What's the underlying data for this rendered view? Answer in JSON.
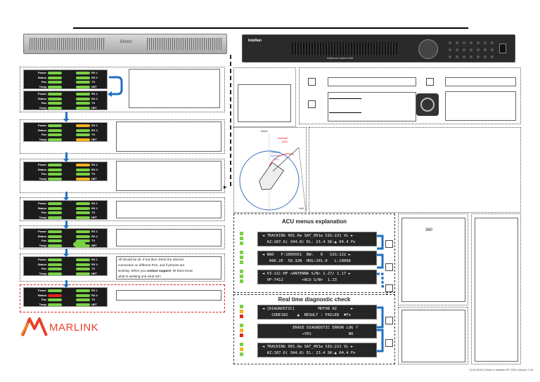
{
  "modem_panel": {
    "leds": {
      "left": [
        "Power",
        "Status",
        "Fan",
        "Temp"
      ],
      "right": [
        "RX 1",
        "RX 2",
        "TX",
        "NET"
      ]
    }
  },
  "acu_device": {
    "brand": "Intellian",
    "center_label": "Antenna Control Unit"
  },
  "notes": {
    "ok_text_1": "All should be ok. If not then check the internet",
    "ok_text_2": "connection on different PCs, and if phones are",
    "ok_text_3_pre": "working. When you ",
    "ok_text_3_bold": "contact support",
    "ok_text_3_post": ", let them know",
    "ok_text_4": "what is working and what isn't."
  },
  "diagram": {
    "north": "North",
    "azimuth": "Azimuth\n(AZ)",
    "relative": "Relative\nAzimuth\n(RL)",
    "hull": "Hull"
  },
  "acu_menus": {
    "title": "ACU menus explanation",
    "lcd1_l1": "◄ TRACKING 001.0w SAT_001w SIG:221 VL ►",
    "lcd1_l2": "  AZ:187.6( 344.8) EL: 23.4 SK:▲ 04.4 Fn",
    "lcd2_l1": "◄ NAD   F:1069561  BW:   0   SIG:222 ►",
    "lcd2_l2": "   006.2E  58.32N  HDG:201.0   L:10000",
    "lcd3_l1": "◄ V3-11C-HF <ANTENNA S/N> 1.27/ 1.17 ►",
    "lcd3_l2": "  VP-7412        <ACU S/N>  1.23"
  },
  "diagnostic": {
    "title": "Real time diagnostic check",
    "lcd1_l1": "◄ [DIAGNOSTIC]          MOTOR AZ      ►",
    "lcd1_l2": "    CODE102    ▲  RESULT : FAILED  ▼Fn",
    "lcd2_l1": "       ERASE DIAGNOSTIC ERROR LOG ?",
    "lcd2_l2": "         →YES                NO",
    "lcd3_l1": "◄ TRACKING 001.0w SAT_001w SIG:221 VL ►",
    "lcd3_l2": "  AZ:187.6( 344.8) EL: 23.4 SK:▲ 04.4 Fn"
  },
  "right_box_label": "360",
  "brand": {
    "name": "MARLINK",
    "color": "#e8412a"
  },
  "footer": "13.03.2019 | iDirect & Intellian VP-7200 | Version 1.30",
  "colors": {
    "led_green": "#7ad044",
    "led_amber": "#f2b21c",
    "led_red": "#e0261c",
    "arrow_blue": "#1f6fc2"
  }
}
